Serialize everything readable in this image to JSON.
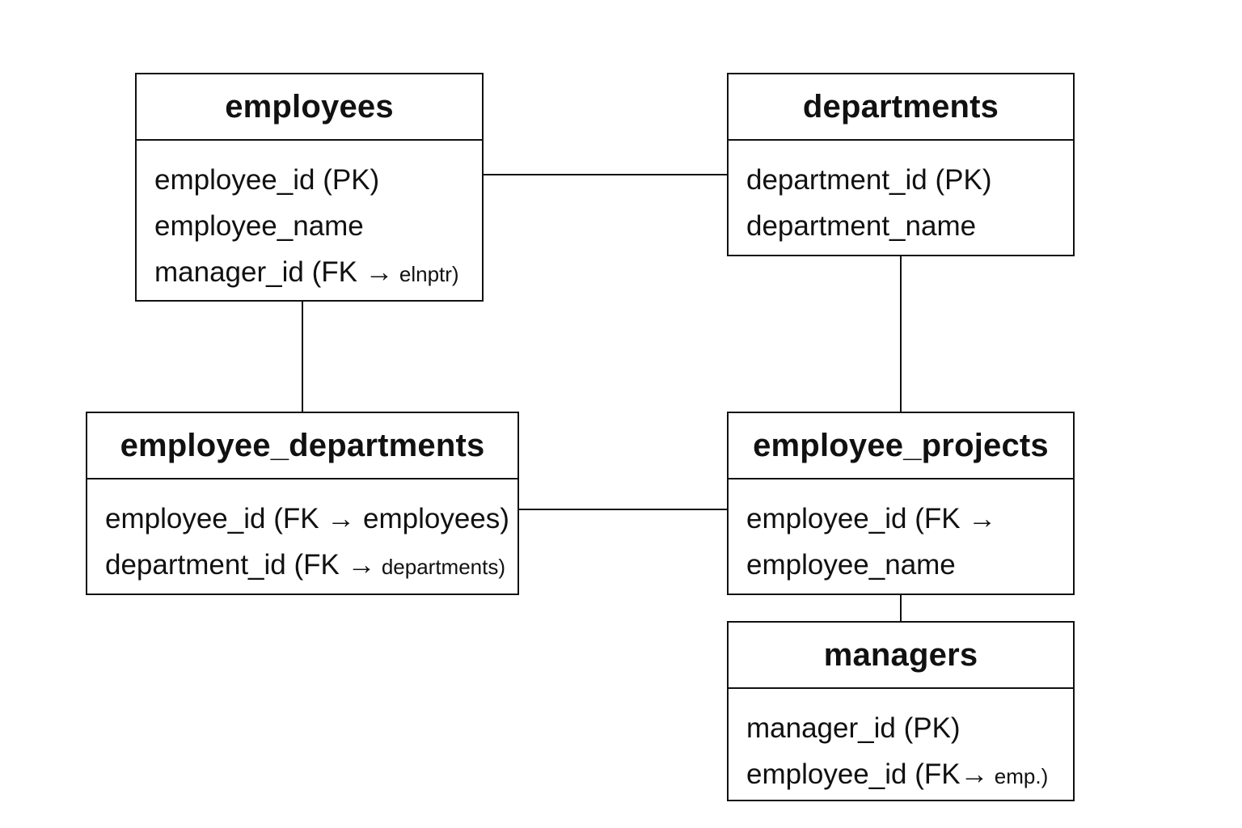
{
  "entities": {
    "employees": {
      "title": "employees",
      "fields": [
        {
          "text": "employee_id (PK)"
        },
        {
          "text": "employee_name"
        },
        {
          "text": "manager_id (FK →",
          "suffix": " elnptr)"
        }
      ]
    },
    "departments": {
      "title": "departments",
      "fields": [
        {
          "text": "department_id (PK)"
        },
        {
          "text": "department_name"
        }
      ]
    },
    "employee_departments": {
      "title": "employee_departments",
      "fields": [
        {
          "text": "employee_id (FK → employees)"
        },
        {
          "text": "department_id (FK →",
          "suffix": " departments)"
        }
      ]
    },
    "employee_projects": {
      "title": "employee_projects",
      "fields": [
        {
          "text": "employee_id (FK →"
        },
        {
          "text": "employee_name"
        }
      ]
    },
    "managers": {
      "title": "managers",
      "fields": [
        {
          "text": "manager_id (PK)"
        },
        {
          "text": "employee_id (FK→",
          "suffix": " emp.)"
        }
      ]
    }
  },
  "relationships": [
    {
      "from": "employees",
      "to": "departments"
    },
    {
      "from": "employees",
      "to": "employee_departments"
    },
    {
      "from": "departments",
      "to": "employee_projects"
    },
    {
      "from": "employee_departments",
      "to": "employee_projects"
    },
    {
      "from": "employee_projects",
      "to": "managers"
    }
  ],
  "colors": {
    "line": "#111111",
    "background": "#ffffff"
  }
}
